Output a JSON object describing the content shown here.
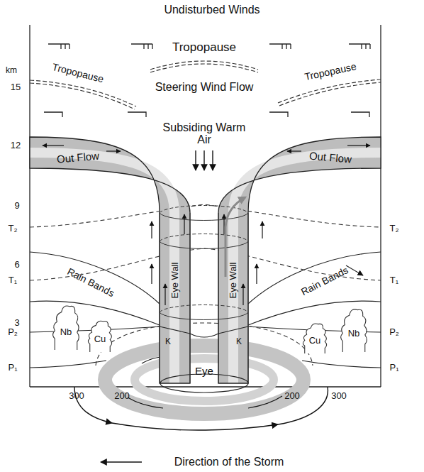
{
  "diagram": {
    "title": "Undisturbed Winds",
    "nodes": [
      {
        "text": [
          "Out Flow",
          "Eye Wall"
        ]
      },
      {
        "text": [
          "Out Flow",
          "Eye Wall"
        ]
      },
      {
        "text": [
          "Eye"
        ]
      },
      {
        "text": [
          "Nb"
        ]
      },
      {
        "text": [
          "Cu"
        ]
      },
      {
        "text": [
          "Cu"
        ]
      },
      {
        "text": [
          "Nb"
        ]
      }
    ],
    "labels": [
      "Tropopause",
      "Tropopause",
      "Tropopause",
      "Steering Wind Flow",
      "km",
      "15",
      "12",
      "9",
      "6",
      "3",
      "Subsiding Warm Air",
      "T₂",
      "T₂",
      "T₁",
      "T₁",
      "Rain Bands",
      "Rain Bands",
      "P₂",
      "P₂",
      "K",
      "K",
      "P₁",
      "P₁",
      "300",
      "200",
      "200",
      "300",
      "Direction of the Storm"
    ]
  }
}
